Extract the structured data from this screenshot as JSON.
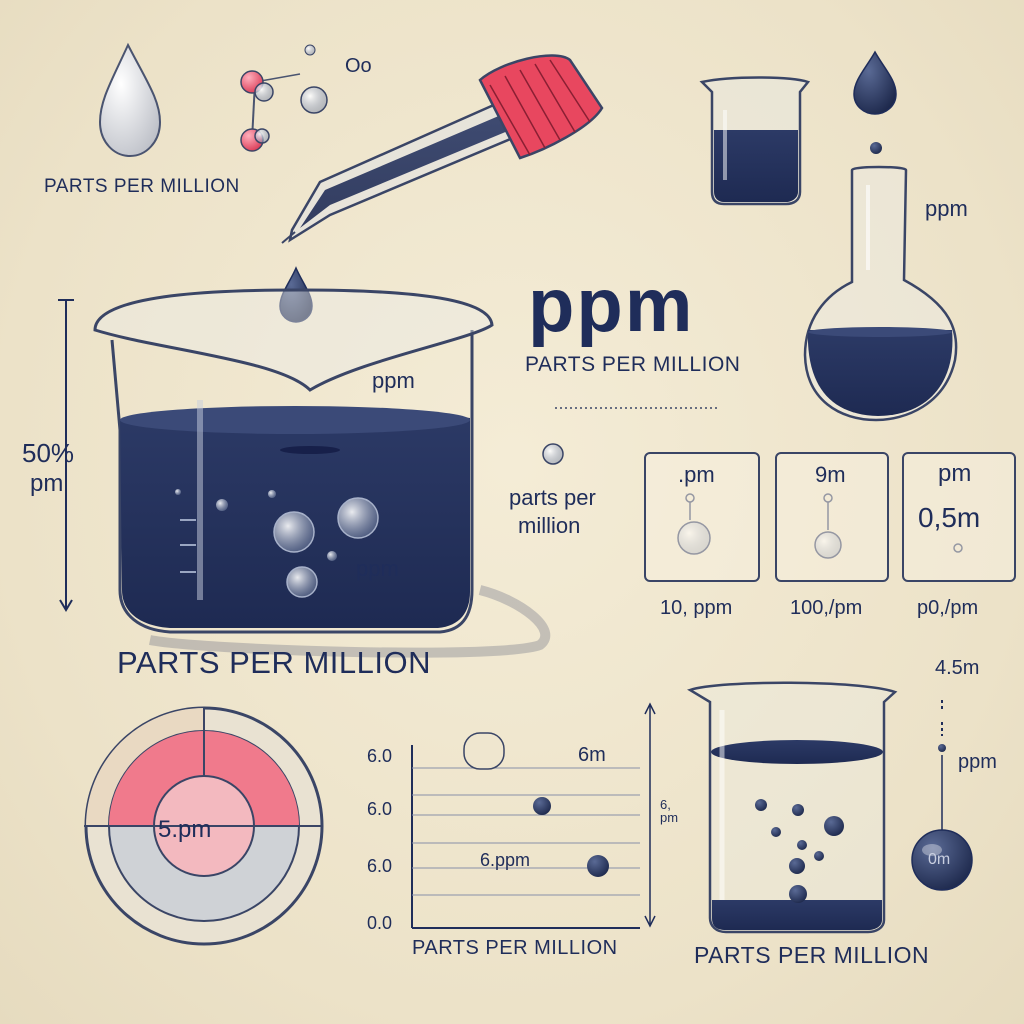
{
  "labels": {
    "top_left_caption": "PARTS PER MILLION",
    "ppm_title": "ppm",
    "ppm_subtitle": "PARTS PER MILLION",
    "flask_ppm": "ppm",
    "beaker_ppm_upper": "ppm",
    "beaker_ppm_inner": "ppm",
    "scale_percent": "50%",
    "scale_unit": "pm",
    "main_caption": "PARTS PER MILLION",
    "parts_per": "parts per",
    "million": "million",
    "box1_top": ".pm",
    "box2_top": "9m",
    "box3_top": "pm",
    "box3_value": "0,5m",
    "box1_caption": "10, ppm",
    "box2_caption": "100,/pm",
    "box3_caption": "p0,/pm",
    "pie_value": "5.pm",
    "graph_y1": "6.0",
    "graph_y2": "6.0",
    "graph_y3": "6.0",
    "graph_y4": "0.0",
    "graph_top_right": "6m",
    "graph_mid": "6.ppm",
    "graph_side": "6, pm",
    "graph_caption": "PARTS PER MILLION",
    "bottom_right_value": "4.5m",
    "bottom_right_ppm": "ppm",
    "bulb_label": "0m",
    "bottom_right_caption": "PARTS PER MILLION"
  },
  "colors": {
    "navy": "#1f2d5a",
    "liquid": "#2e3a60",
    "accent_red": "#e0405a",
    "pink": "#f08090",
    "paper": "#efe6cf"
  }
}
